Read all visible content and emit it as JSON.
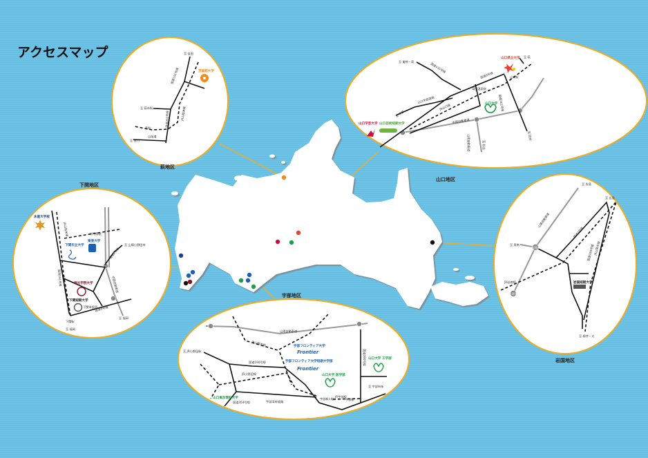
{
  "title": "アクセスマップ",
  "colors": {
    "sea": "#67bfe4",
    "frame": "#f2ab1c"
  },
  "regions": {
    "hagi": {
      "label": "萩地区",
      "university": "至誠館大学",
      "texts": [
        "至 益田",
        "至 萩市街",
        "至 長門",
        "山陰道",
        "国道191号線",
        "国道262号線",
        "JR山陰本線",
        "萩駅"
      ]
    },
    "yamaguchi": {
      "label": "山口地区",
      "universities": [
        "山口県立大学",
        "山口大学",
        "山口学芸大学",
        "山口芸術短期大学"
      ],
      "texts": [
        "至 萩",
        "至 美祢・萩",
        "至 宇部",
        "至 防府",
        "至 秋吉",
        "国道435号線",
        "国道9号線",
        "山口宇部道路",
        "JR山口線",
        "中国自動車道",
        "国道262号線",
        "山陽自動車道",
        "湯田温泉駅",
        "山口駅"
      ]
    },
    "shimonoseki": {
      "label": "下関地区",
      "universities": [
        "水産大学校",
        "下関市立大学",
        "東亜大学",
        "梅光学院大学",
        "下関短期大学"
      ],
      "texts": [
        "至 山陽小野田市",
        "至 福岡",
        "至 福岡",
        "国道9号線",
        "国道191号線",
        "中国自動車道",
        "国道2号線",
        "JR山陰本線",
        "下関市役所",
        "新下関駅",
        "下関駅"
      ]
    },
    "iwakuni": {
      "label": "岩国地区",
      "university": "岩国短期大学",
      "texts": [
        "至 広島",
        "至 広島",
        "至 周南",
        "至 柳井・光",
        "山陽自動車道",
        "国道2号線",
        "国道188号線",
        "JR岩徳線",
        "JR山陽本線",
        "岩国IC",
        "玖珂IC"
      ]
    },
    "ube": {
      "label": "宇部地区",
      "universities": [
        "宇部フロンティア大学",
        "宇部フロンティア大学短期大学部",
        "山口大学 医学部",
        "山口大学 工学部",
        "山口東京理科大学"
      ],
      "brand": "Frontier",
      "texts": [
        "山陽自動車道",
        "JR山陽本線",
        "至 JR小野田駅",
        "国道190号線",
        "JR小野田線",
        "宇部湾岸道路",
        "国道354号線",
        "JR宇部線",
        "国道490号線",
        "至 宇部市街",
        "宇部新川駅",
        "宇部駅"
      ]
    }
  }
}
